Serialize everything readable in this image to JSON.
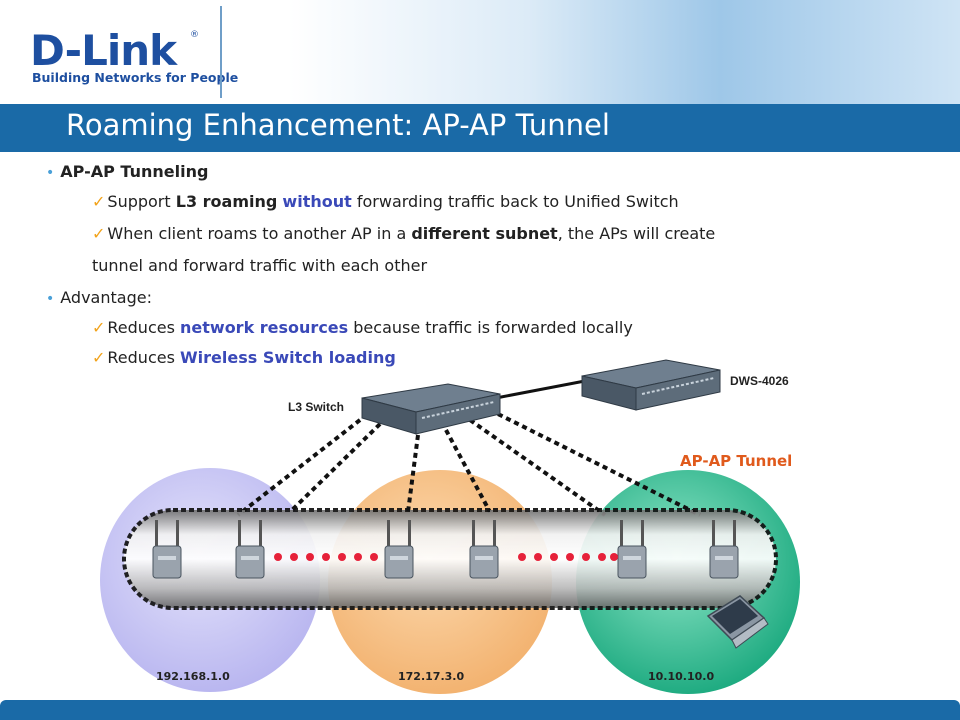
{
  "header": {
    "logo": "D-Link",
    "logo_reg": "®",
    "tagline": "Building Networks for People",
    "title": "Roaming Enhancement: AP-AP Tunnel"
  },
  "bullets": {
    "b1": {
      "heading": "AP-AP Tunneling"
    },
    "s1": {
      "p1": "Support ",
      "p2": "L3 roaming",
      "p3": " ",
      "p4": "without",
      "p5": " forwarding traffic back to Unified Switch"
    },
    "s2": {
      "p1": "When client roams to another AP in a ",
      "p2": "different subnet",
      "p3": ", the APs will create"
    },
    "s2b": "tunnel and forward traffic with each other",
    "b2": {
      "heading": "Advantage:"
    },
    "s3": {
      "p1": "Reduces ",
      "p2": "network resources",
      "p3": " because traffic is forwarded locally"
    },
    "s4": {
      "p1": "Reduces ",
      "p2": "Wireless Switch loading"
    }
  },
  "diagram": {
    "l3_switch": "L3 Switch",
    "wireless_switch": "DWS-4026",
    "tunnel": "AP-AP Tunnel",
    "subnets": [
      "192.168.1.0",
      "172.17.3.0",
      "10.10.10.0"
    ],
    "colors": {
      "subnet1": "#c8c6f5",
      "subnet2": "#f7c48c",
      "subnet3": "#3cc39a",
      "tunnel_label": "#e05a1c",
      "roam_dots": "#e6223a"
    }
  }
}
